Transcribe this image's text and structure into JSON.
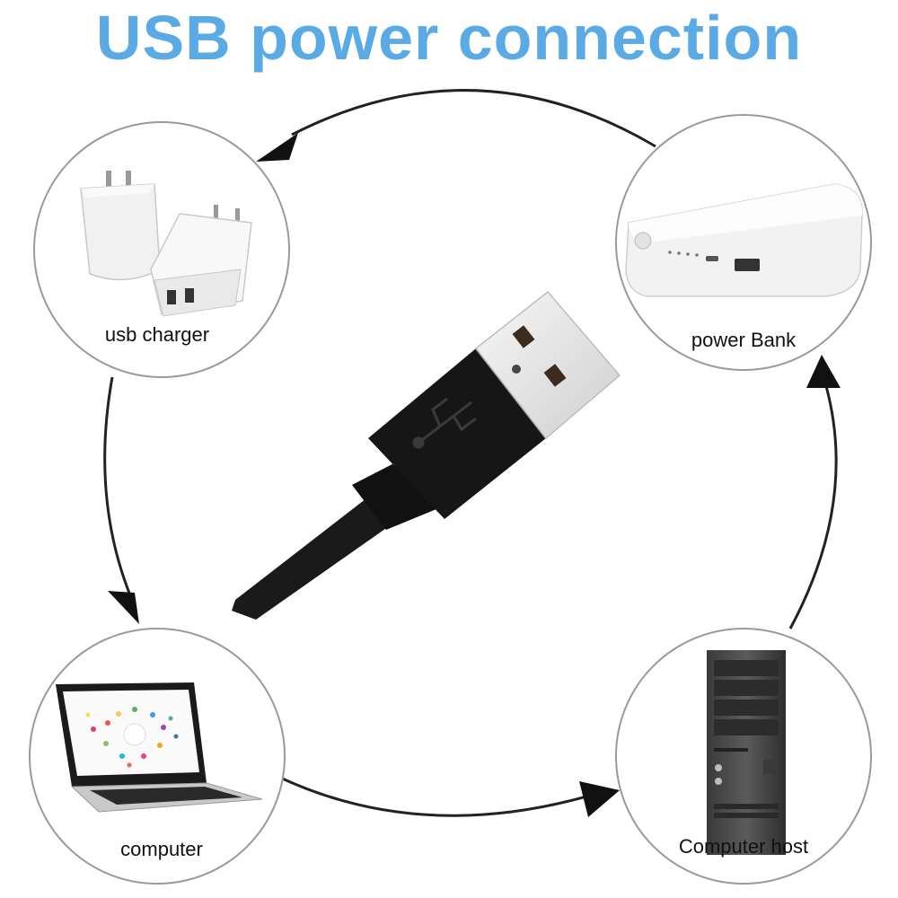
{
  "title": "USB power connection",
  "colors": {
    "title": "#5aaae6",
    "ring": "#222222",
    "circle_border": "#9a9a9a",
    "cable": "#1a1a1a",
    "connector_metal": "#e9e9e9"
  },
  "devices": [
    {
      "id": "usb-charger",
      "label": "usb charger",
      "icon": "wall-charger-icon"
    },
    {
      "id": "power-bank",
      "label": "power Bank",
      "icon": "power-bank-icon"
    },
    {
      "id": "computer",
      "label": "computer",
      "icon": "laptop-icon"
    },
    {
      "id": "computer-host",
      "label": "Computer host",
      "icon": "desktop-tower-icon"
    }
  ],
  "center": {
    "icon": "usb-a-cable-icon",
    "symbol": "usb-symbol-icon"
  }
}
